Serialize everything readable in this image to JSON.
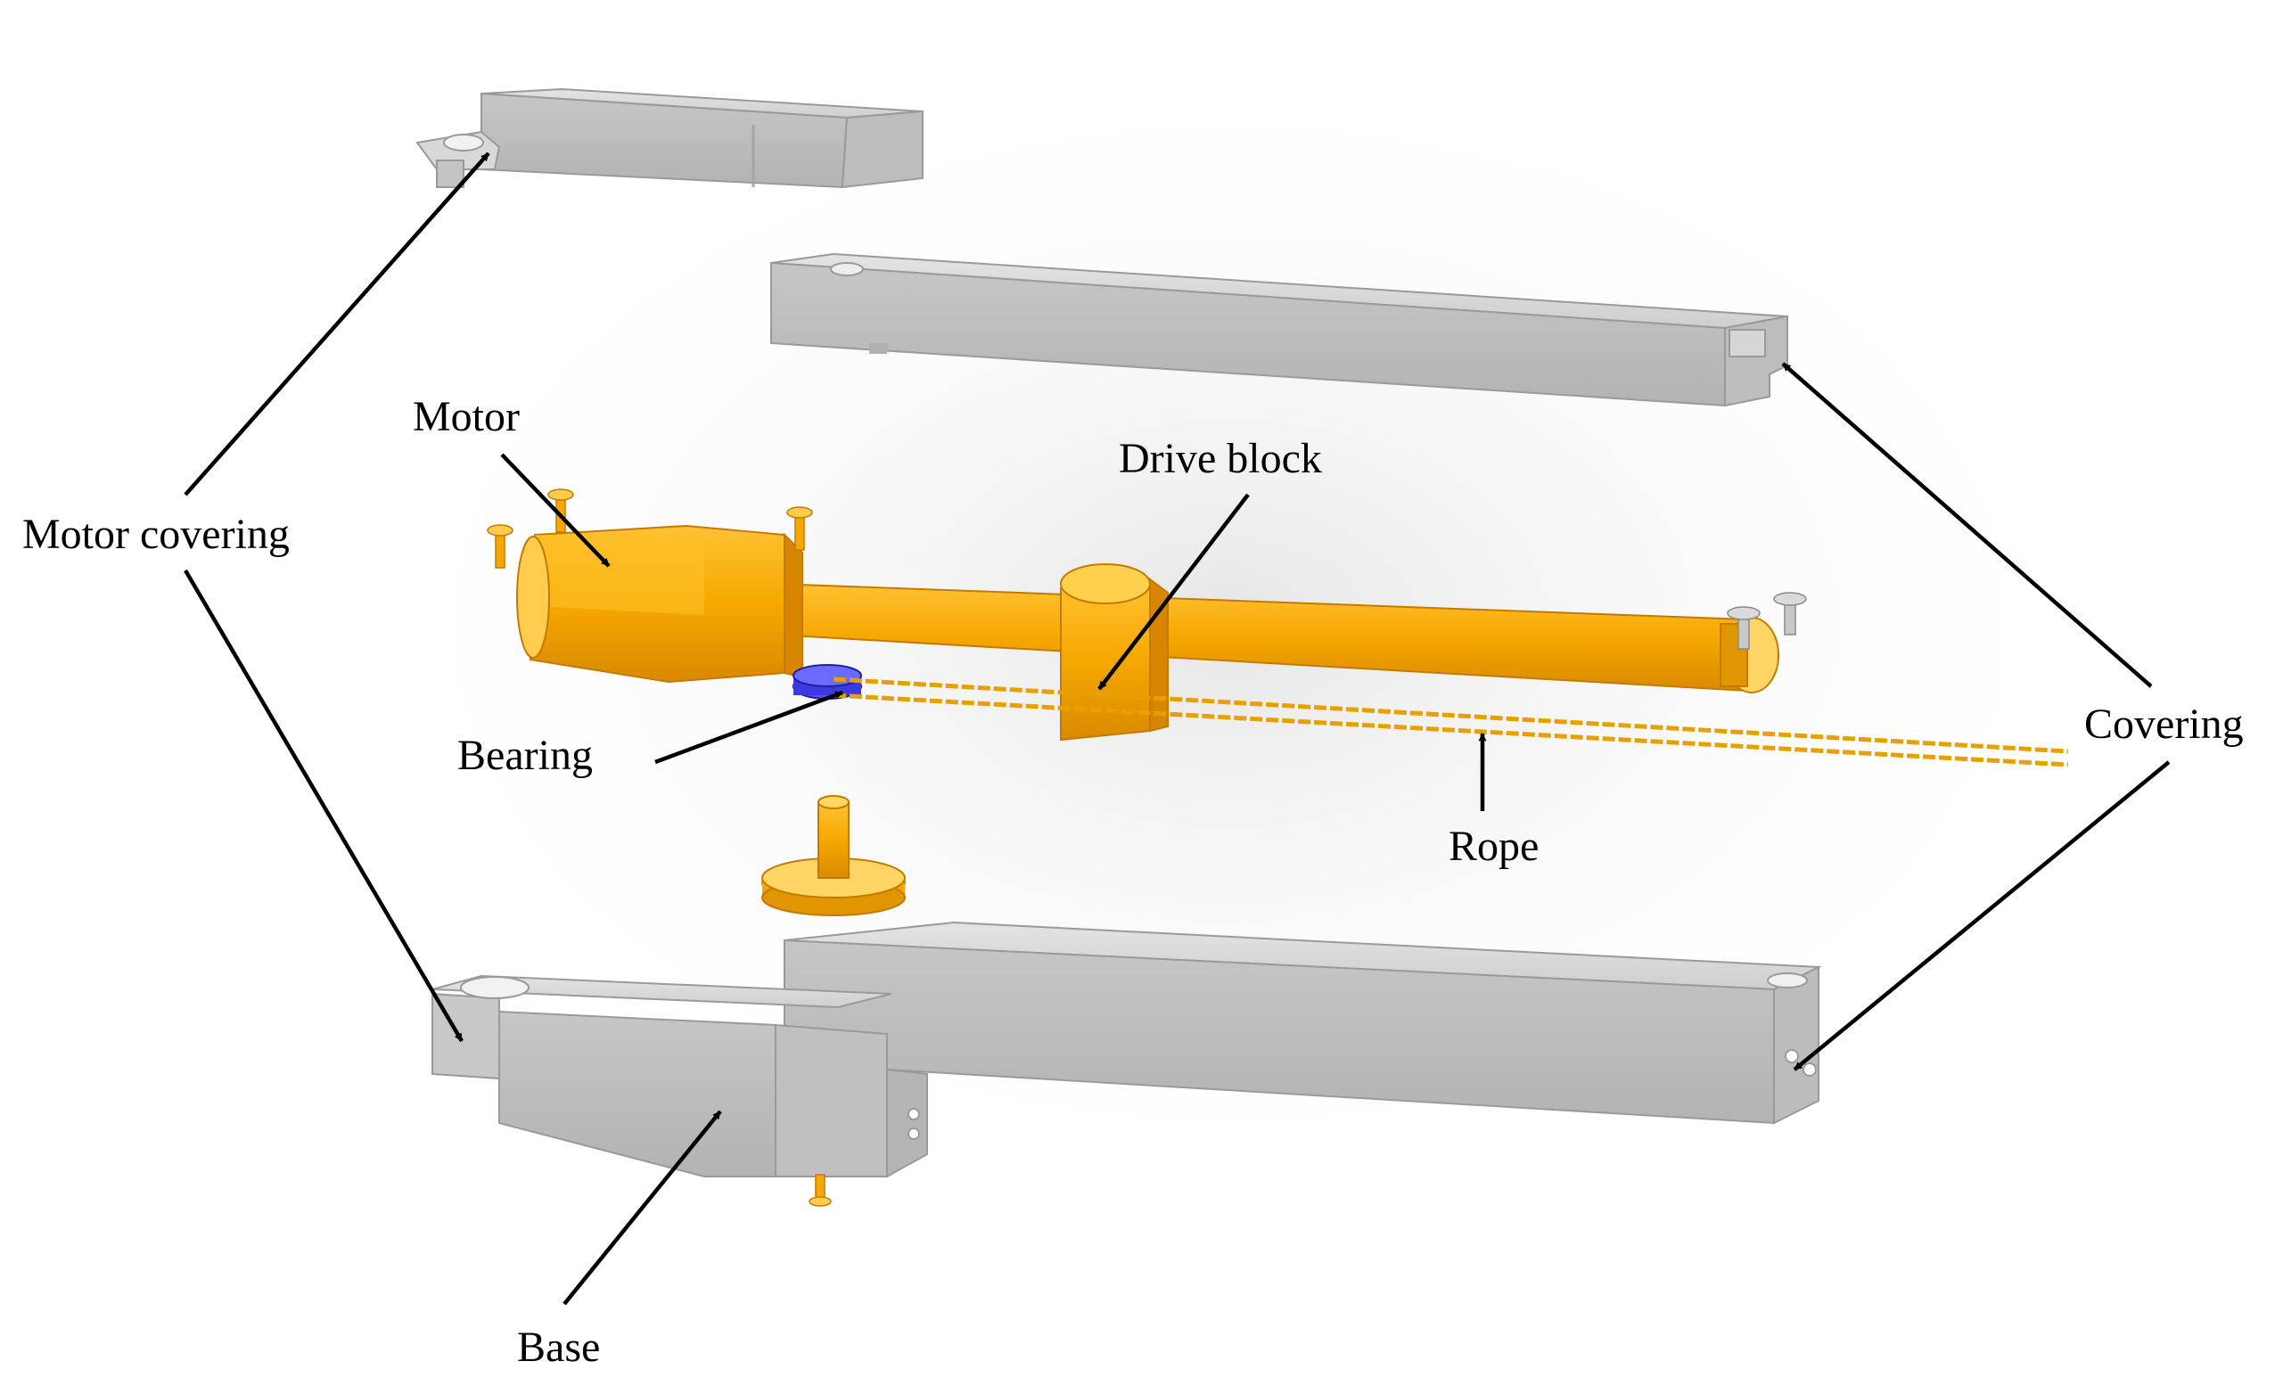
{
  "labels": {
    "motor_covering": "Motor covering",
    "motor": "Motor",
    "drive_block": "Drive block",
    "bearing": "Bearing",
    "rope": "Rope",
    "covering": "Covering",
    "base": "Base"
  },
  "colors": {
    "grey_part": "#cfcfcf",
    "orange_part": "#f6a800",
    "bearing": "#3a3ae0",
    "line": "#000000"
  }
}
